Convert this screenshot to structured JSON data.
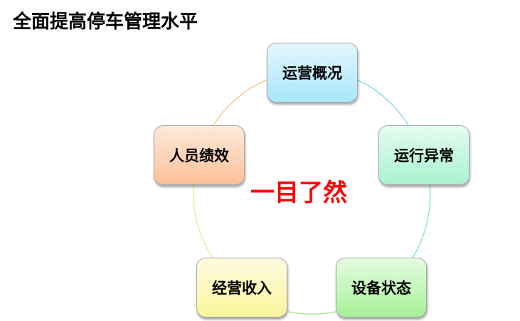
{
  "title": "全面提高停车管理水平",
  "center_label": "一目了然",
  "nodes": [
    {
      "label": "运营概况",
      "color_top": "#e4f7fd",
      "color_bottom": "#a9e6fb"
    },
    {
      "label": "运行异常",
      "color_top": "#e4fbf0",
      "color_bottom": "#a9f3d0"
    },
    {
      "label": "设备状态",
      "color_top": "#e6fbe0",
      "color_bottom": "#a6f299"
    },
    {
      "label": "经营收入",
      "color_top": "#fdfbe0",
      "color_bottom": "#fbf59c"
    },
    {
      "label": "人员绩效",
      "color_top": "#fde9dc",
      "color_bottom": "#fbc199"
    }
  ],
  "ring_colors": [
    "#7fd3e6",
    "#7fe6c0",
    "#9be68a",
    "#e6ee8a",
    "#f6c08a"
  ]
}
